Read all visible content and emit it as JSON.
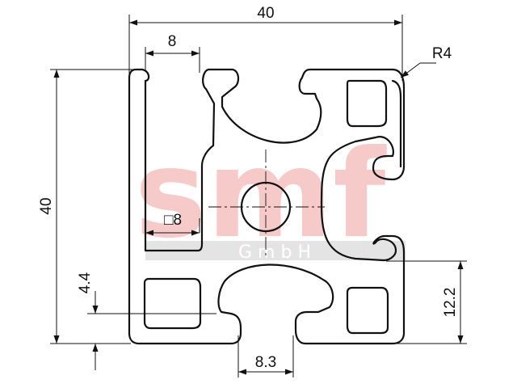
{
  "drawing": {
    "dimensions": {
      "overall_width": "40",
      "overall_height": "40",
      "slot_opening": "8",
      "core_square": "□8",
      "corner_radius": "R4",
      "wall_offset": "4.4",
      "slot_height": "12.2",
      "slot_width": "8.3"
    },
    "watermark": {
      "logo": "smf",
      "company": "G m b H"
    }
  },
  "colors": {
    "line": "#111111",
    "watermark": "#f4b8b8",
    "background": "#ffffff"
  }
}
